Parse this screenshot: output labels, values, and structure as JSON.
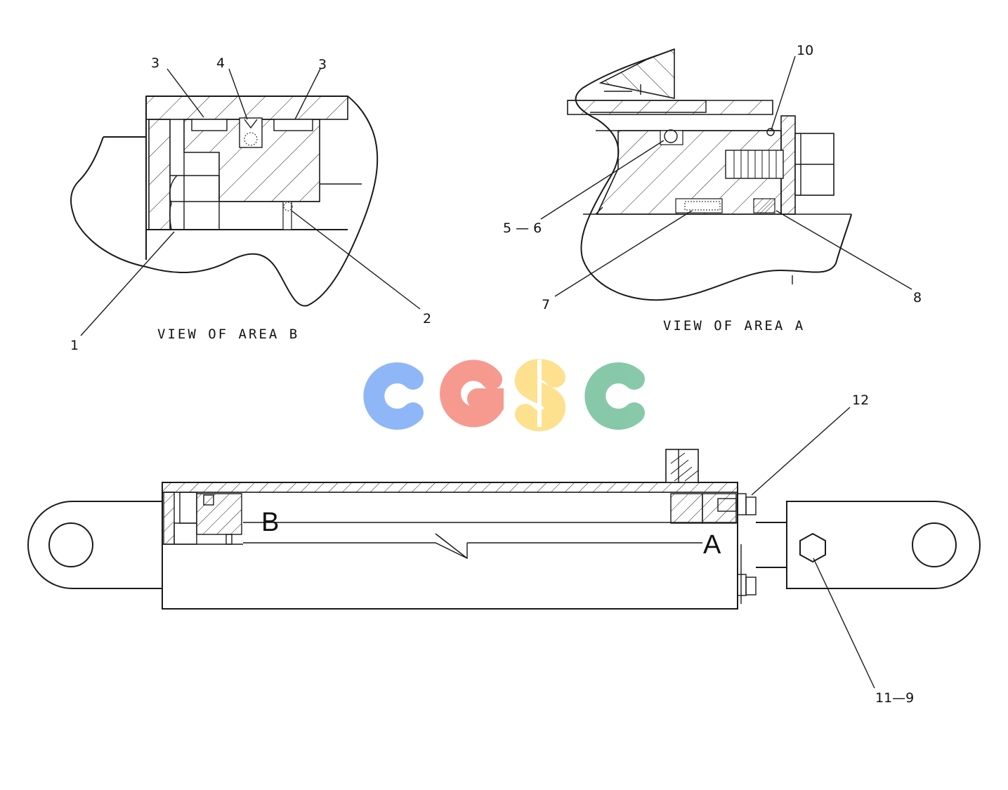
{
  "views": {
    "area_b": {
      "caption": "VIEW OF AREA B",
      "callouts": [
        "3",
        "4",
        "3",
        "1",
        "2"
      ]
    },
    "area_a": {
      "caption": "VIEW OF AREA A",
      "callouts": [
        "10",
        "5 — 6",
        "7",
        "8"
      ]
    }
  },
  "assembly": {
    "area_labels": [
      "B",
      "A"
    ],
    "callouts": [
      "12",
      "11—9"
    ]
  },
  "watermark": {
    "text": "CGSC",
    "colors": [
      "#8ab4f8",
      "#f6958a",
      "#fde08a",
      "#81c6a4"
    ]
  }
}
